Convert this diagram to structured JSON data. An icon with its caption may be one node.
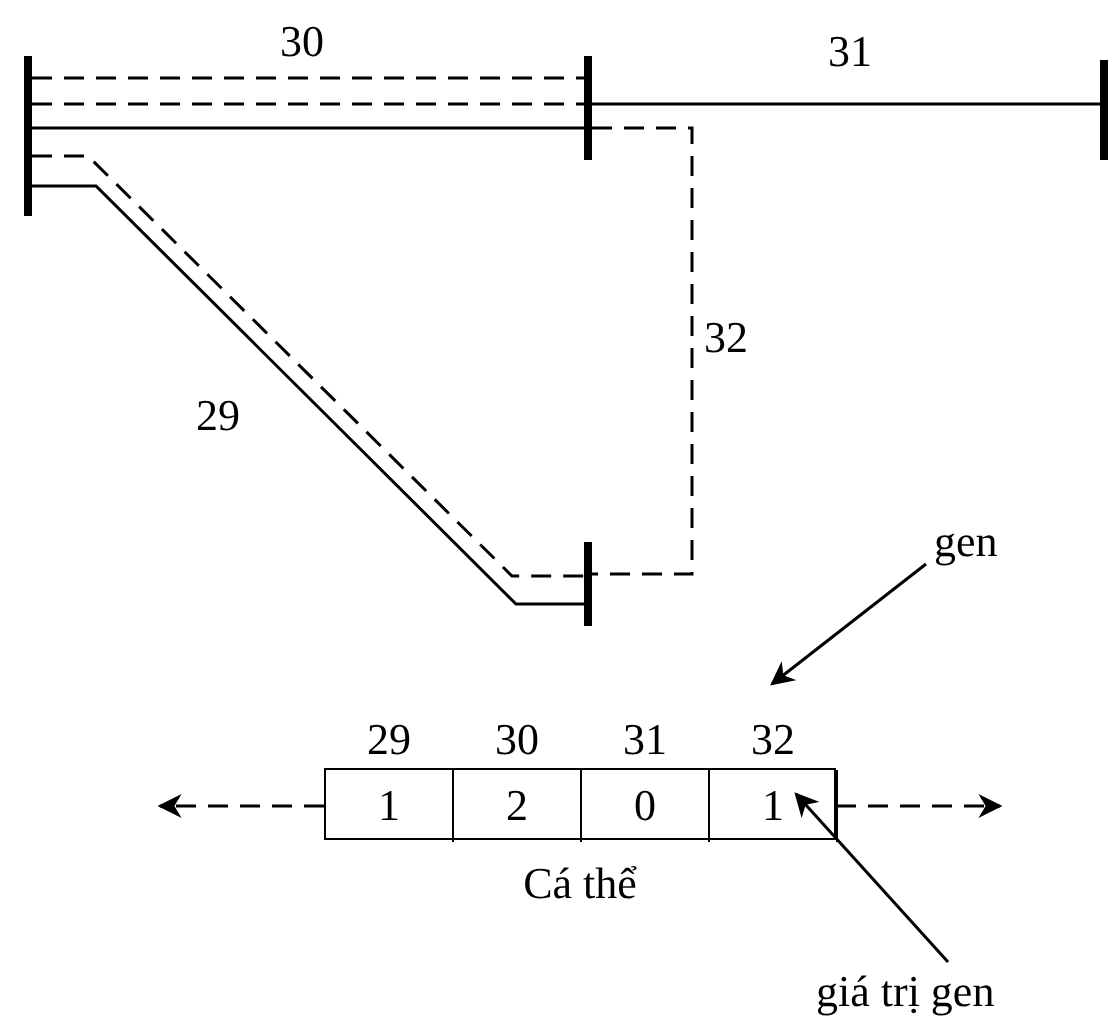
{
  "diagram": {
    "nodes": [
      {
        "text": [],
        "shape": "bar"
      },
      {
        "text": [],
        "shape": "bar"
      },
      {
        "text": [],
        "shape": "bar"
      },
      {
        "text": [],
        "shape": "bar"
      },
      {
        "text": [
          "Cá thể"
        ]
      },
      {
        "text": [
          "1"
        ],
        "in": 4,
        "beside": [
          "29"
        ]
      },
      {
        "text": [
          "2"
        ],
        "in": 4,
        "beside": [
          "30"
        ]
      },
      {
        "text": [
          "0"
        ],
        "in": 4,
        "beside": [
          "31"
        ]
      },
      {
        "text": [
          "1"
        ],
        "in": 4,
        "beside": [
          "32"
        ]
      },
      {
        "text": [
          "gen"
        ]
      },
      {
        "text": [
          "giá trị gen"
        ]
      }
    ],
    "edges": [
      {
        "from": 0,
        "to": 1,
        "arrow": "none"
      },
      {
        "from": 0,
        "to": 1,
        "arrow": "none",
        "label": "30",
        "style": "dashed"
      },
      {
        "from": 0,
        "to": 1,
        "arrow": "none",
        "style": "dashed"
      },
      {
        "from": 1,
        "to": 2,
        "arrow": "none",
        "label": "31"
      },
      {
        "from": 0,
        "to": 3,
        "arrow": "none",
        "label": "29"
      },
      {
        "from": 0,
        "to": 3,
        "arrow": "none",
        "style": "dashed"
      },
      {
        "from": 1,
        "to": 3,
        "arrow": "none",
        "label": "32",
        "style": "dashed"
      },
      {
        "from": 4,
        "to": null,
        "arrow": "to",
        "style": "dashed"
      },
      {
        "from": 4,
        "to": null,
        "arrow": "to",
        "style": "dashed"
      },
      {
        "from": 9,
        "to": 8,
        "arrow": "to"
      },
      {
        "from": 10,
        "to": 8,
        "arrow": "to"
      }
    ]
  }
}
